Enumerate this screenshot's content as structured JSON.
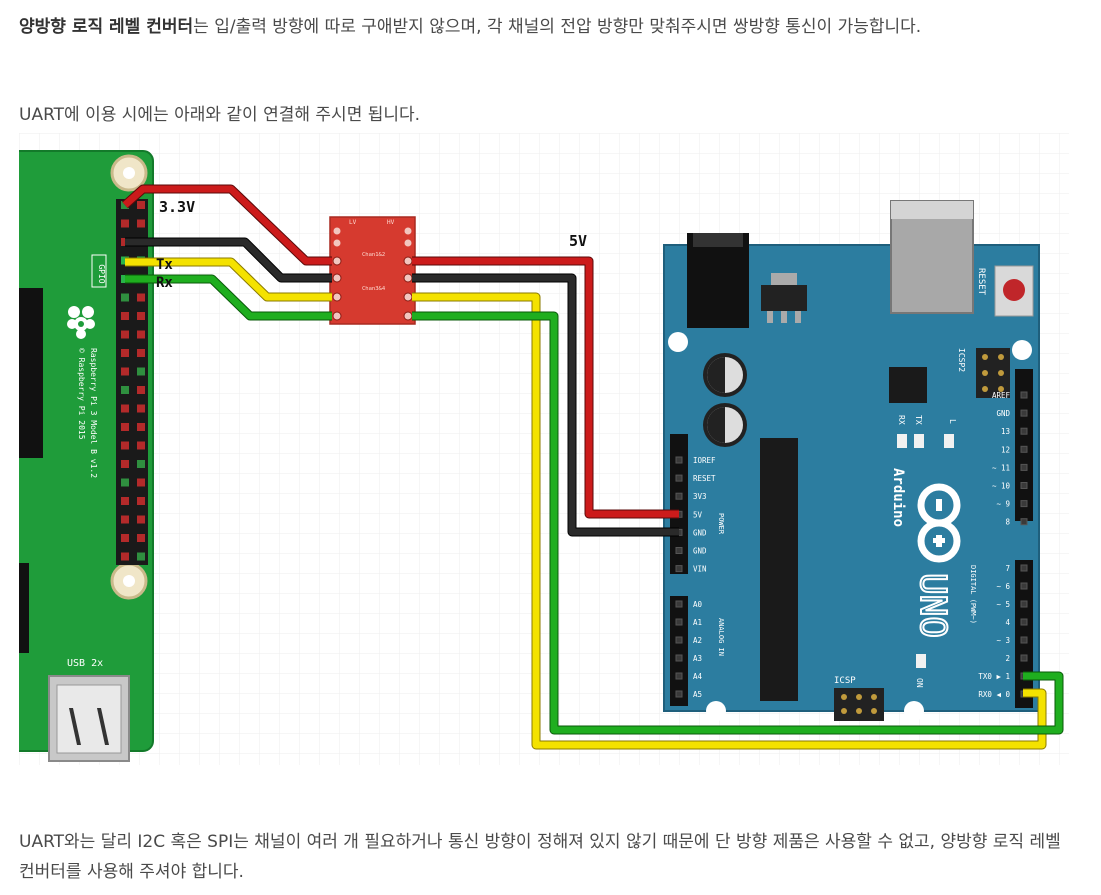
{
  "intro": {
    "bold": "양방향 로직 레벨 컨버터",
    "rest": "는 입/출력 방향에 따로 구애받지 않으며, 각 채널의 전압 방향만 맞춰주시면 쌍방향 통신이 가능합니다."
  },
  "uart_note": "UART에 이용 시에는 아래와 같이 연결해 주시면 됩니다.",
  "outro": "UART와는 달리 I2C 혹은 SPI는 채널이 여러 개 필요하거나 통신 방향이 정해져 있지 않기 때문에 단 방향 제품은 사용할 수 없고, 양방향 로직 레벨 컨버터를 사용해 주셔야 합니다.",
  "diagram": {
    "labels": {
      "v33": "3.3V",
      "tx": "Tx",
      "rx": "Rx",
      "v5": "5V"
    },
    "raspberry": {
      "gpio": "GPIO",
      "model": "Raspberry Pi 3 Model B v1.2",
      "copyright": "© Raspberry Pi 2015",
      "usb": "USB 2x"
    },
    "converter": {
      "lv": "LV",
      "hv": "HV",
      "chan1": "Chan1&2",
      "chan2": "Chan3&4"
    },
    "arduino": {
      "brand": "Arduino",
      "model": "UNO",
      "reset": "RESET",
      "icsp2": "ICSP2",
      "icsp": "ICSP",
      "tx": "TX",
      "rx": "RX",
      "l": "L",
      "on": "ON",
      "power": "POWER",
      "analog": "ANALOG IN",
      "digital": "DIGITAL (PWM~)",
      "power_pins": [
        "IOREF",
        "RESET",
        "3V3",
        "5V",
        "GND",
        "GND",
        "VIN"
      ],
      "analog_pins": [
        "A0",
        "A1",
        "A2",
        "A3",
        "A4",
        "A5"
      ],
      "top_pins": [
        "AREF",
        "GND",
        "13",
        "12",
        "~ 11",
        "~ 10",
        "~ 9",
        "8"
      ],
      "bottom_pins": [
        "7",
        "~ 6",
        "~ 5",
        "4",
        "~ 3",
        "2",
        "TX0 ▶ 1",
        "RX0 ◀ 0"
      ]
    },
    "colors": {
      "wire_red": "#cc1b1b",
      "wire_black": "#1a1a1a",
      "wire_yellow": "#f4e200",
      "wire_green": "#1fae1f",
      "pi_board": "#1f9c3a",
      "arduino_board": "#2c7da0",
      "converter_board": "#d63a2f"
    }
  }
}
